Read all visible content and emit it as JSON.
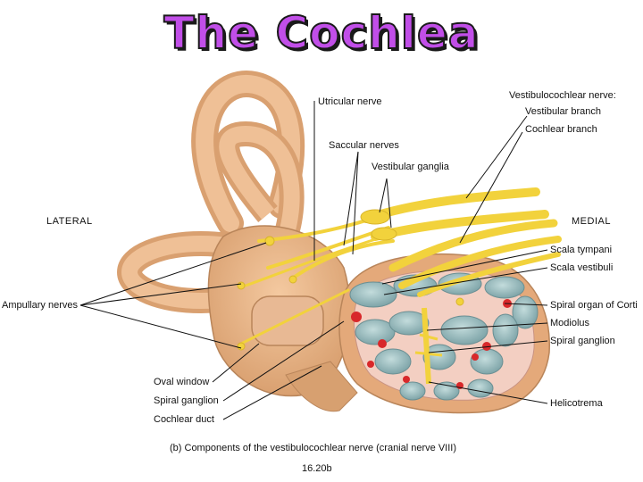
{
  "title": "The Cochlea",
  "labels": {
    "lateral": "LATERAL",
    "medial": "MEDIAL",
    "utricular_nerve": "Utricular nerve",
    "saccular_nerves": "Saccular nerves",
    "vestibular_ganglia": "Vestibular ganglia",
    "vestibulocochlear_nerve": "Vestibulocochlear nerve:",
    "vestibular_branch": "Vestibular branch",
    "cochlear_branch": "Cochlear branch",
    "scala_tympani": "Scala tympani",
    "scala_vestibuli": "Scala vestibuli",
    "spiral_organ": "Spiral organ of Corti",
    "modiolus": "Modiolus",
    "spiral_ganglion_right": "Spiral ganglion",
    "helicotrema": "Helicotrema",
    "ampullary_nerves": "Ampullary nerves",
    "oval_window": "Oval window",
    "spiral_ganglion_left": "Spiral ganglion",
    "cochlear_duct": "Cochlear duct"
  },
  "caption": "(b) Components of the vestibulocochlear nerve (cranial nerve VIII)",
  "figure_number": "16.20b",
  "colors": {
    "bone": "#e9b487",
    "bone_dark": "#c98e5f",
    "nerve": "#f2d23c",
    "duct": "#9fc3c6",
    "tissue": "#f3cfc2",
    "red": "#d8282a",
    "title": "#c14ee8"
  }
}
